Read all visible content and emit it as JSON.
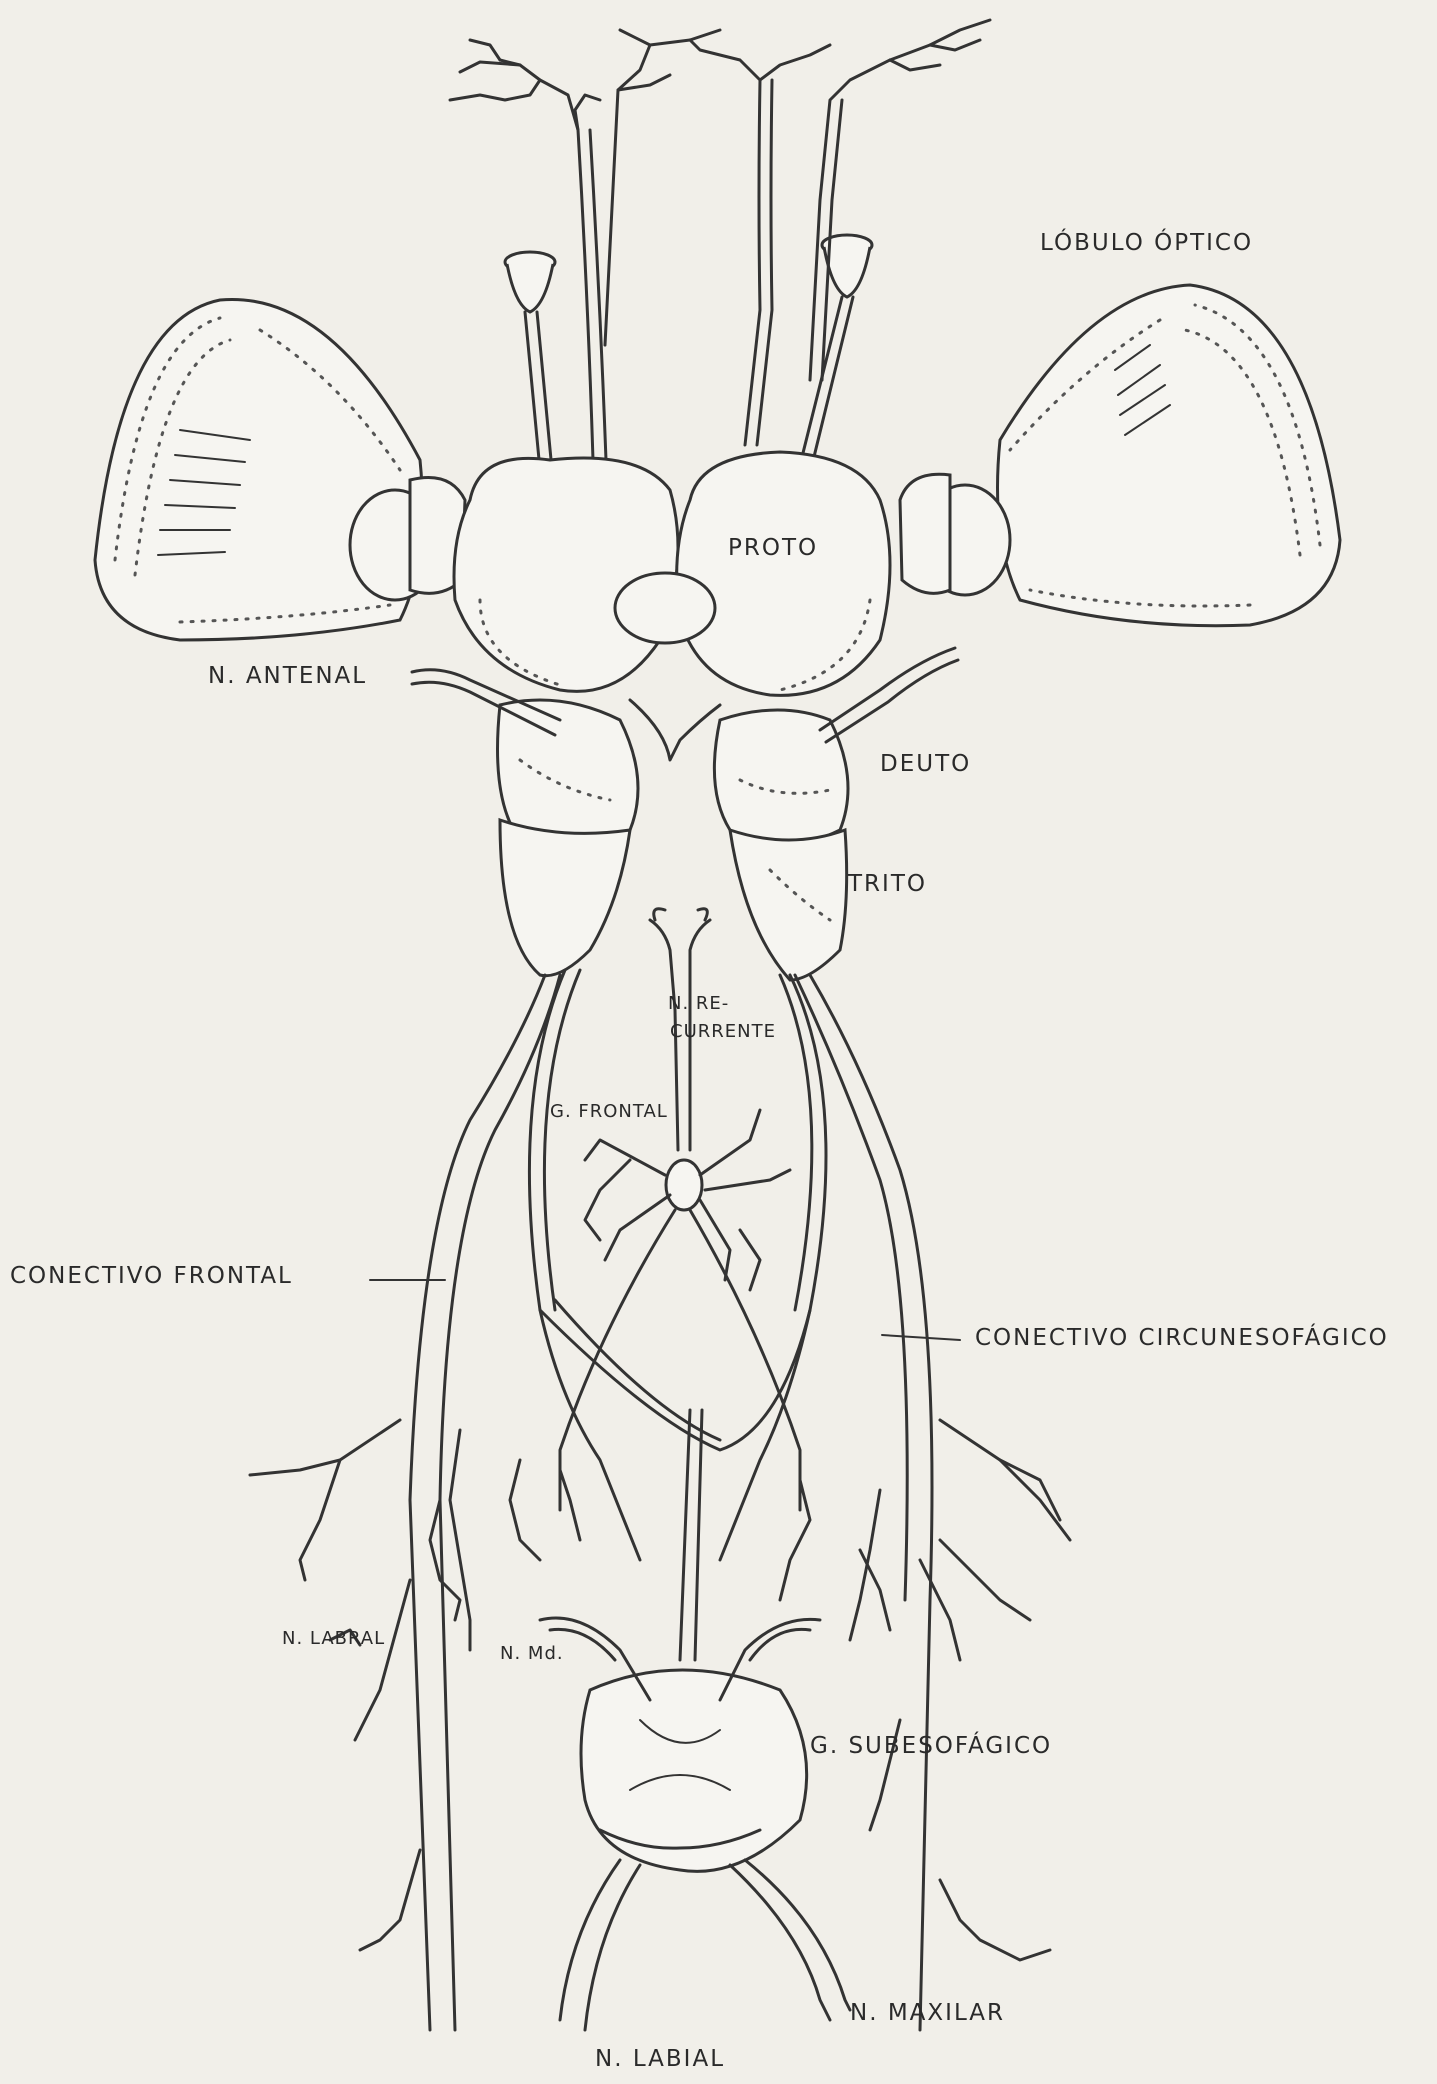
{
  "labels": {
    "lobulo_optico": "LÓBULO ÓPTICO",
    "proto": "PROTO",
    "n_antenal": "N. ANTENAL",
    "deuto": "DEUTO",
    "trito": "TRITO",
    "n_re": "N. RE-",
    "currente": "CURRENTE",
    "g_frontal": "G. FRONTAL",
    "conectivo_frontal": "CONECTIVO FRONTAL",
    "conectivo_circunesofagico": "CONECTIVO CIRCUNESOFÁGICO",
    "n_labral": "N. LABRAL",
    "n_md": "N. Md.",
    "g_subesofagico": "G. SUBESOFÁGICO",
    "n_maxilar": "N. MAXILAR",
    "n_labial": "N. LABIAL"
  }
}
